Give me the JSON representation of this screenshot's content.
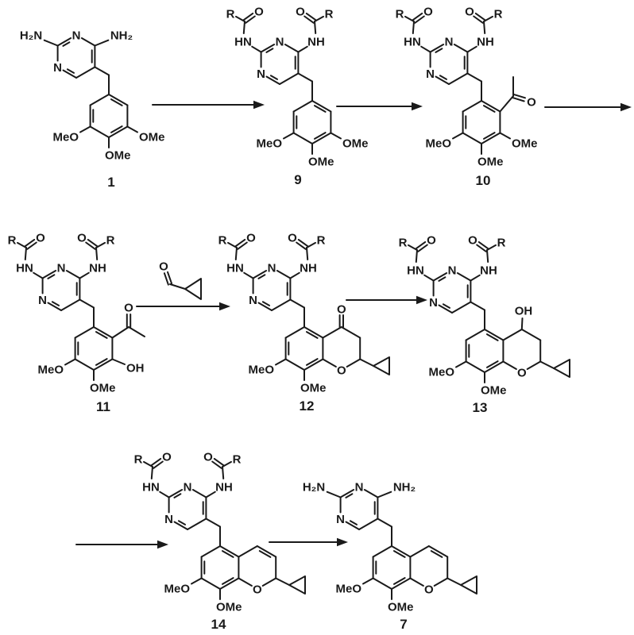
{
  "figure": {
    "kind": "chemical-reaction-scheme",
    "rows": 3,
    "compound_sequence": [
      "1",
      "9",
      "10",
      "11",
      "12",
      "13",
      "14",
      "7"
    ],
    "arrow_count": 7
  },
  "colors": {
    "ink": "#1a1a1a",
    "background": "#ffffff"
  },
  "labels": {
    "h2n": "H₂N",
    "nh2": "NH₂",
    "n": "N",
    "hn": "HN",
    "nh": "NH",
    "r": "R",
    "o": "O",
    "oh": "OH",
    "meo": "MeO",
    "ome": "OMe"
  },
  "compounds": [
    {
      "number": "1",
      "visible_labels": [
        "H₂N",
        "N",
        "NH₂",
        "N",
        "MeO",
        "OMe",
        "OMe"
      ]
    },
    {
      "number": "9",
      "visible_labels": [
        "R",
        "O",
        "O",
        "R",
        "HN",
        "N",
        "NH",
        "N",
        "MeO",
        "OMe",
        "OMe"
      ]
    },
    {
      "number": "10",
      "visible_labels": [
        "R",
        "O",
        "O",
        "R",
        "HN",
        "N",
        "NH",
        "N",
        "O",
        "MeO",
        "OMe",
        "OMe"
      ]
    },
    {
      "number": "11",
      "visible_labels": [
        "R",
        "O",
        "O",
        "R",
        "HN",
        "N",
        "NH",
        "N",
        "O",
        "OH",
        "MeO",
        "OMe"
      ]
    },
    {
      "number": "12",
      "visible_labels": [
        "R",
        "O",
        "O",
        "R",
        "HN",
        "N",
        "NH",
        "N",
        "O",
        "O",
        "MeO",
        "OMe"
      ]
    },
    {
      "number": "13",
      "visible_labels": [
        "R",
        "O",
        "O",
        "R",
        "HN",
        "N",
        "NH",
        "N",
        "OH",
        "O",
        "MeO",
        "OMe"
      ]
    },
    {
      "number": "14",
      "visible_labels": [
        "R",
        "O",
        "O",
        "R",
        "HN",
        "N",
        "NH",
        "N",
        "O",
        "MeO",
        "OMe"
      ]
    },
    {
      "number": "7",
      "visible_labels": [
        "H₂N",
        "N",
        "NH₂",
        "N",
        "O",
        "MeO",
        "OMe"
      ]
    }
  ],
  "reagent_over_arrow_4": {
    "visible_labels": [
      "O"
    ],
    "depicts": "cyclopropanecarboxaldehyde"
  }
}
